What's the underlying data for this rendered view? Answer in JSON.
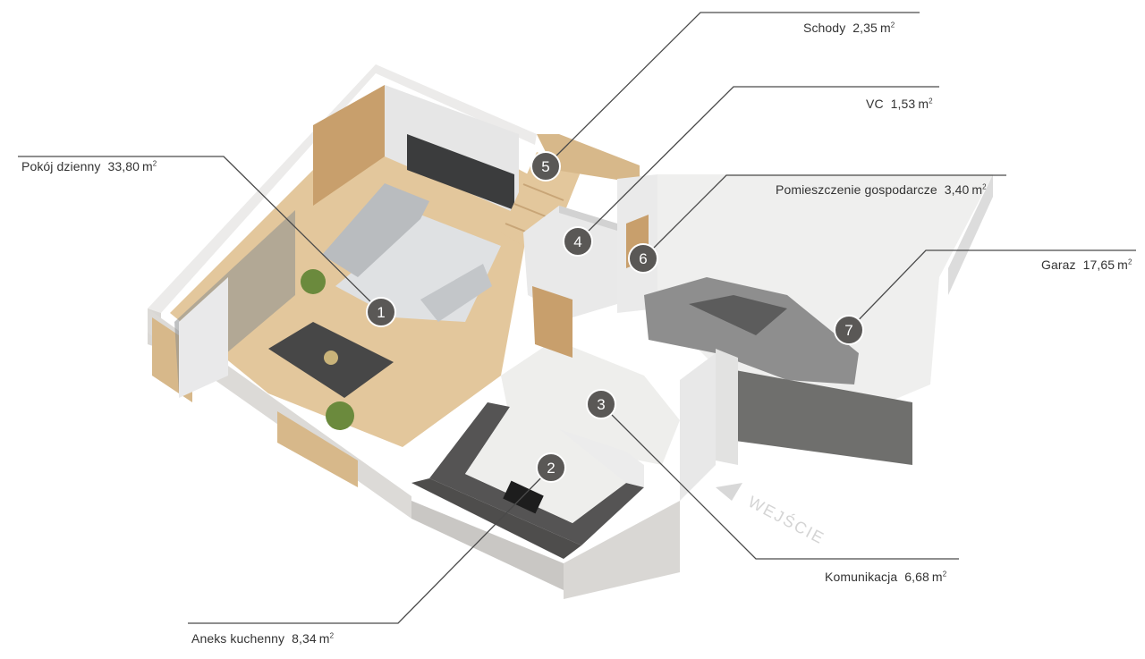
{
  "rooms": [
    {
      "number": "1",
      "name": "Pokój dzienny",
      "area": "33,80",
      "unit": "m",
      "unit_exp": "2"
    },
    {
      "number": "2",
      "name": "Aneks kuchenny",
      "area": "8,34",
      "unit": "m",
      "unit_exp": "2"
    },
    {
      "number": "3",
      "name": "Komunikacja",
      "area": "6,68",
      "unit": "m",
      "unit_exp": "2"
    },
    {
      "number": "4",
      "name": "VC",
      "area": "1,53",
      "unit": "m",
      "unit_exp": "2"
    },
    {
      "number": "5",
      "name": "Schody",
      "area": "2,35",
      "unit": "m",
      "unit_exp": "2"
    },
    {
      "number": "6",
      "name": "Pomieszczenie gospodarcze",
      "area": "3,40",
      "unit": "m",
      "unit_exp": "2"
    },
    {
      "number": "7",
      "name": "Garaz",
      "area": "17,65",
      "unit": "m",
      "unit_exp": "2"
    }
  ],
  "entrance_label": "WEJŚCIE",
  "colors": {
    "wall": "#ecebea",
    "wall_dark": "#c9c7c4",
    "floor_wood": "#e3c79c",
    "floor_marble": "#eeeeec",
    "garage_floor": "#efefee",
    "concrete": "#6f6f6d",
    "marker_fill": "#5a5856",
    "leader_line": "#4a4a4a"
  }
}
